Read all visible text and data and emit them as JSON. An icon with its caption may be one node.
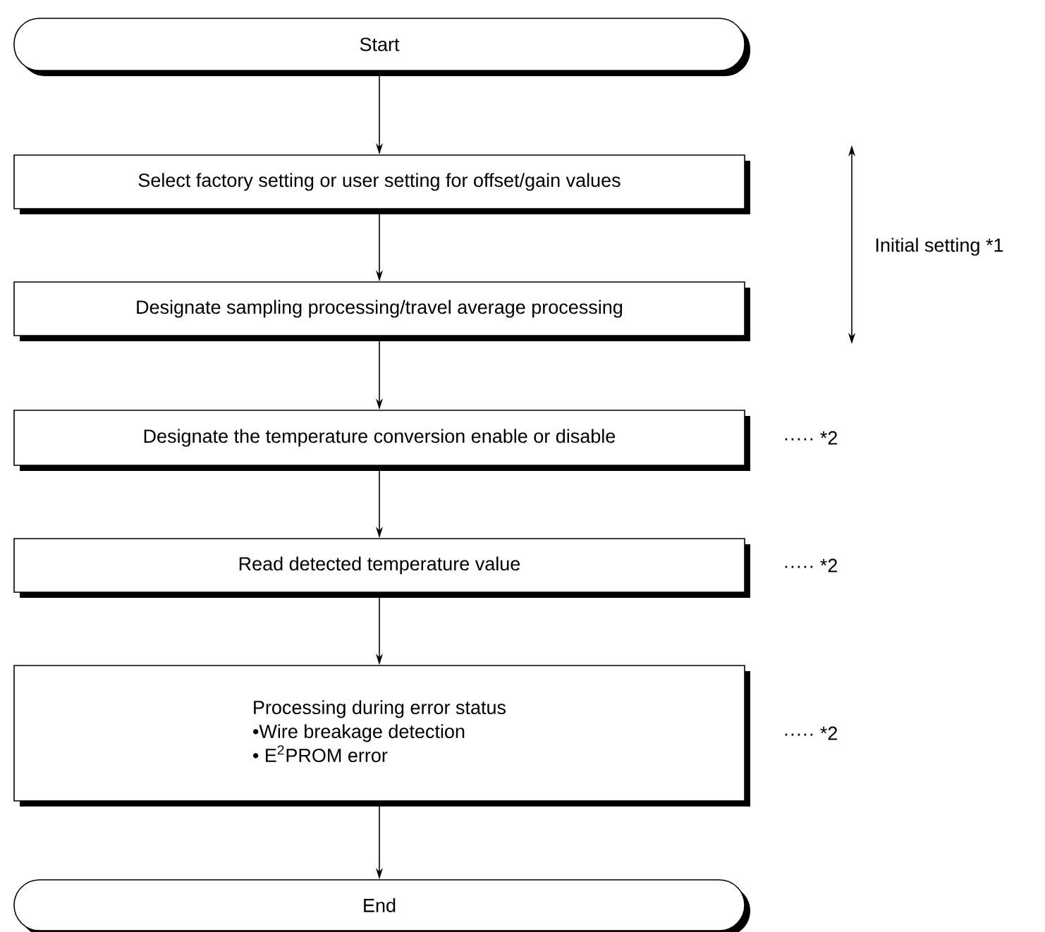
{
  "diagram": {
    "nodes": [
      {
        "text": [
          "Start"
        ]
      },
      {
        "text": [
          "Select factory setting or user setting for offset/gain values"
        ]
      },
      {
        "text": [
          "Designate sampling processing/travel average processing"
        ]
      },
      {
        "text": [
          "Designate the temperature conversion enable or disable"
        ],
        "beside": [
          "····· *2"
        ]
      },
      {
        "text": [
          "Read detected temperature value"
        ],
        "beside": [
          "····· *2"
        ]
      },
      {
        "text": [
          "Processing during error status",
          "•Wire breakage detection",
          "• E$^{2}$PROM error"
        ],
        "beside": [
          "····· *2"
        ]
      },
      {
        "text": [
          "End"
        ]
      }
    ],
    "edges": [
      {
        "from": 0,
        "to": 1,
        "arrow": "to"
      },
      {
        "from": 1,
        "to": 2,
        "arrow": "to"
      },
      {
        "from": 2,
        "to": 3,
        "arrow": "to"
      },
      {
        "from": 3,
        "to": 4,
        "arrow": "to"
      },
      {
        "from": 4,
        "to": 5,
        "arrow": "to"
      },
      {
        "from": 5,
        "to": 6,
        "arrow": "to"
      }
    ],
    "labels": [
      "Initial setting *1"
    ]
  }
}
